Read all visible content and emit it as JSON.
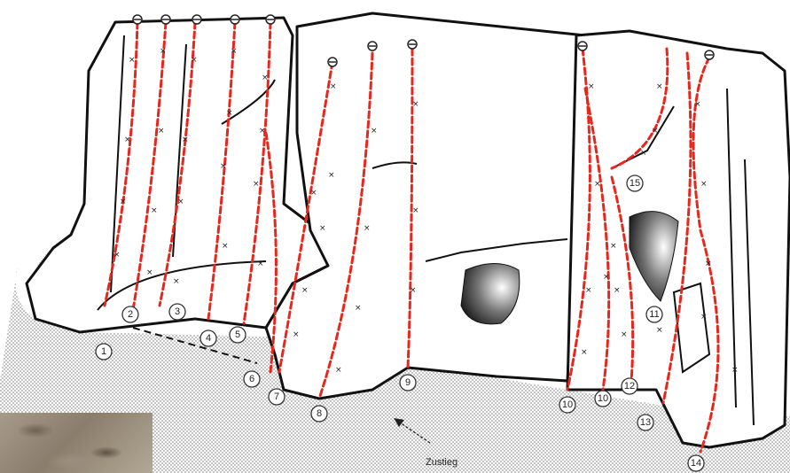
{
  "approach_label": "Zustieg",
  "route_color": "#e8261c",
  "routes": [
    {
      "number": "1"
    },
    {
      "number": "2"
    },
    {
      "number": "3"
    },
    {
      "number": "4"
    },
    {
      "number": "5"
    },
    {
      "number": "6"
    },
    {
      "number": "7"
    },
    {
      "number": "8"
    },
    {
      "number": "9"
    },
    {
      "number": "10"
    },
    {
      "number": "10"
    },
    {
      "number": "12"
    },
    {
      "number": "13"
    },
    {
      "number": "14"
    },
    {
      "number": "11"
    },
    {
      "number": "15"
    }
  ],
  "photo_inset": {
    "icon": "rock-photo-thumbnail"
  }
}
